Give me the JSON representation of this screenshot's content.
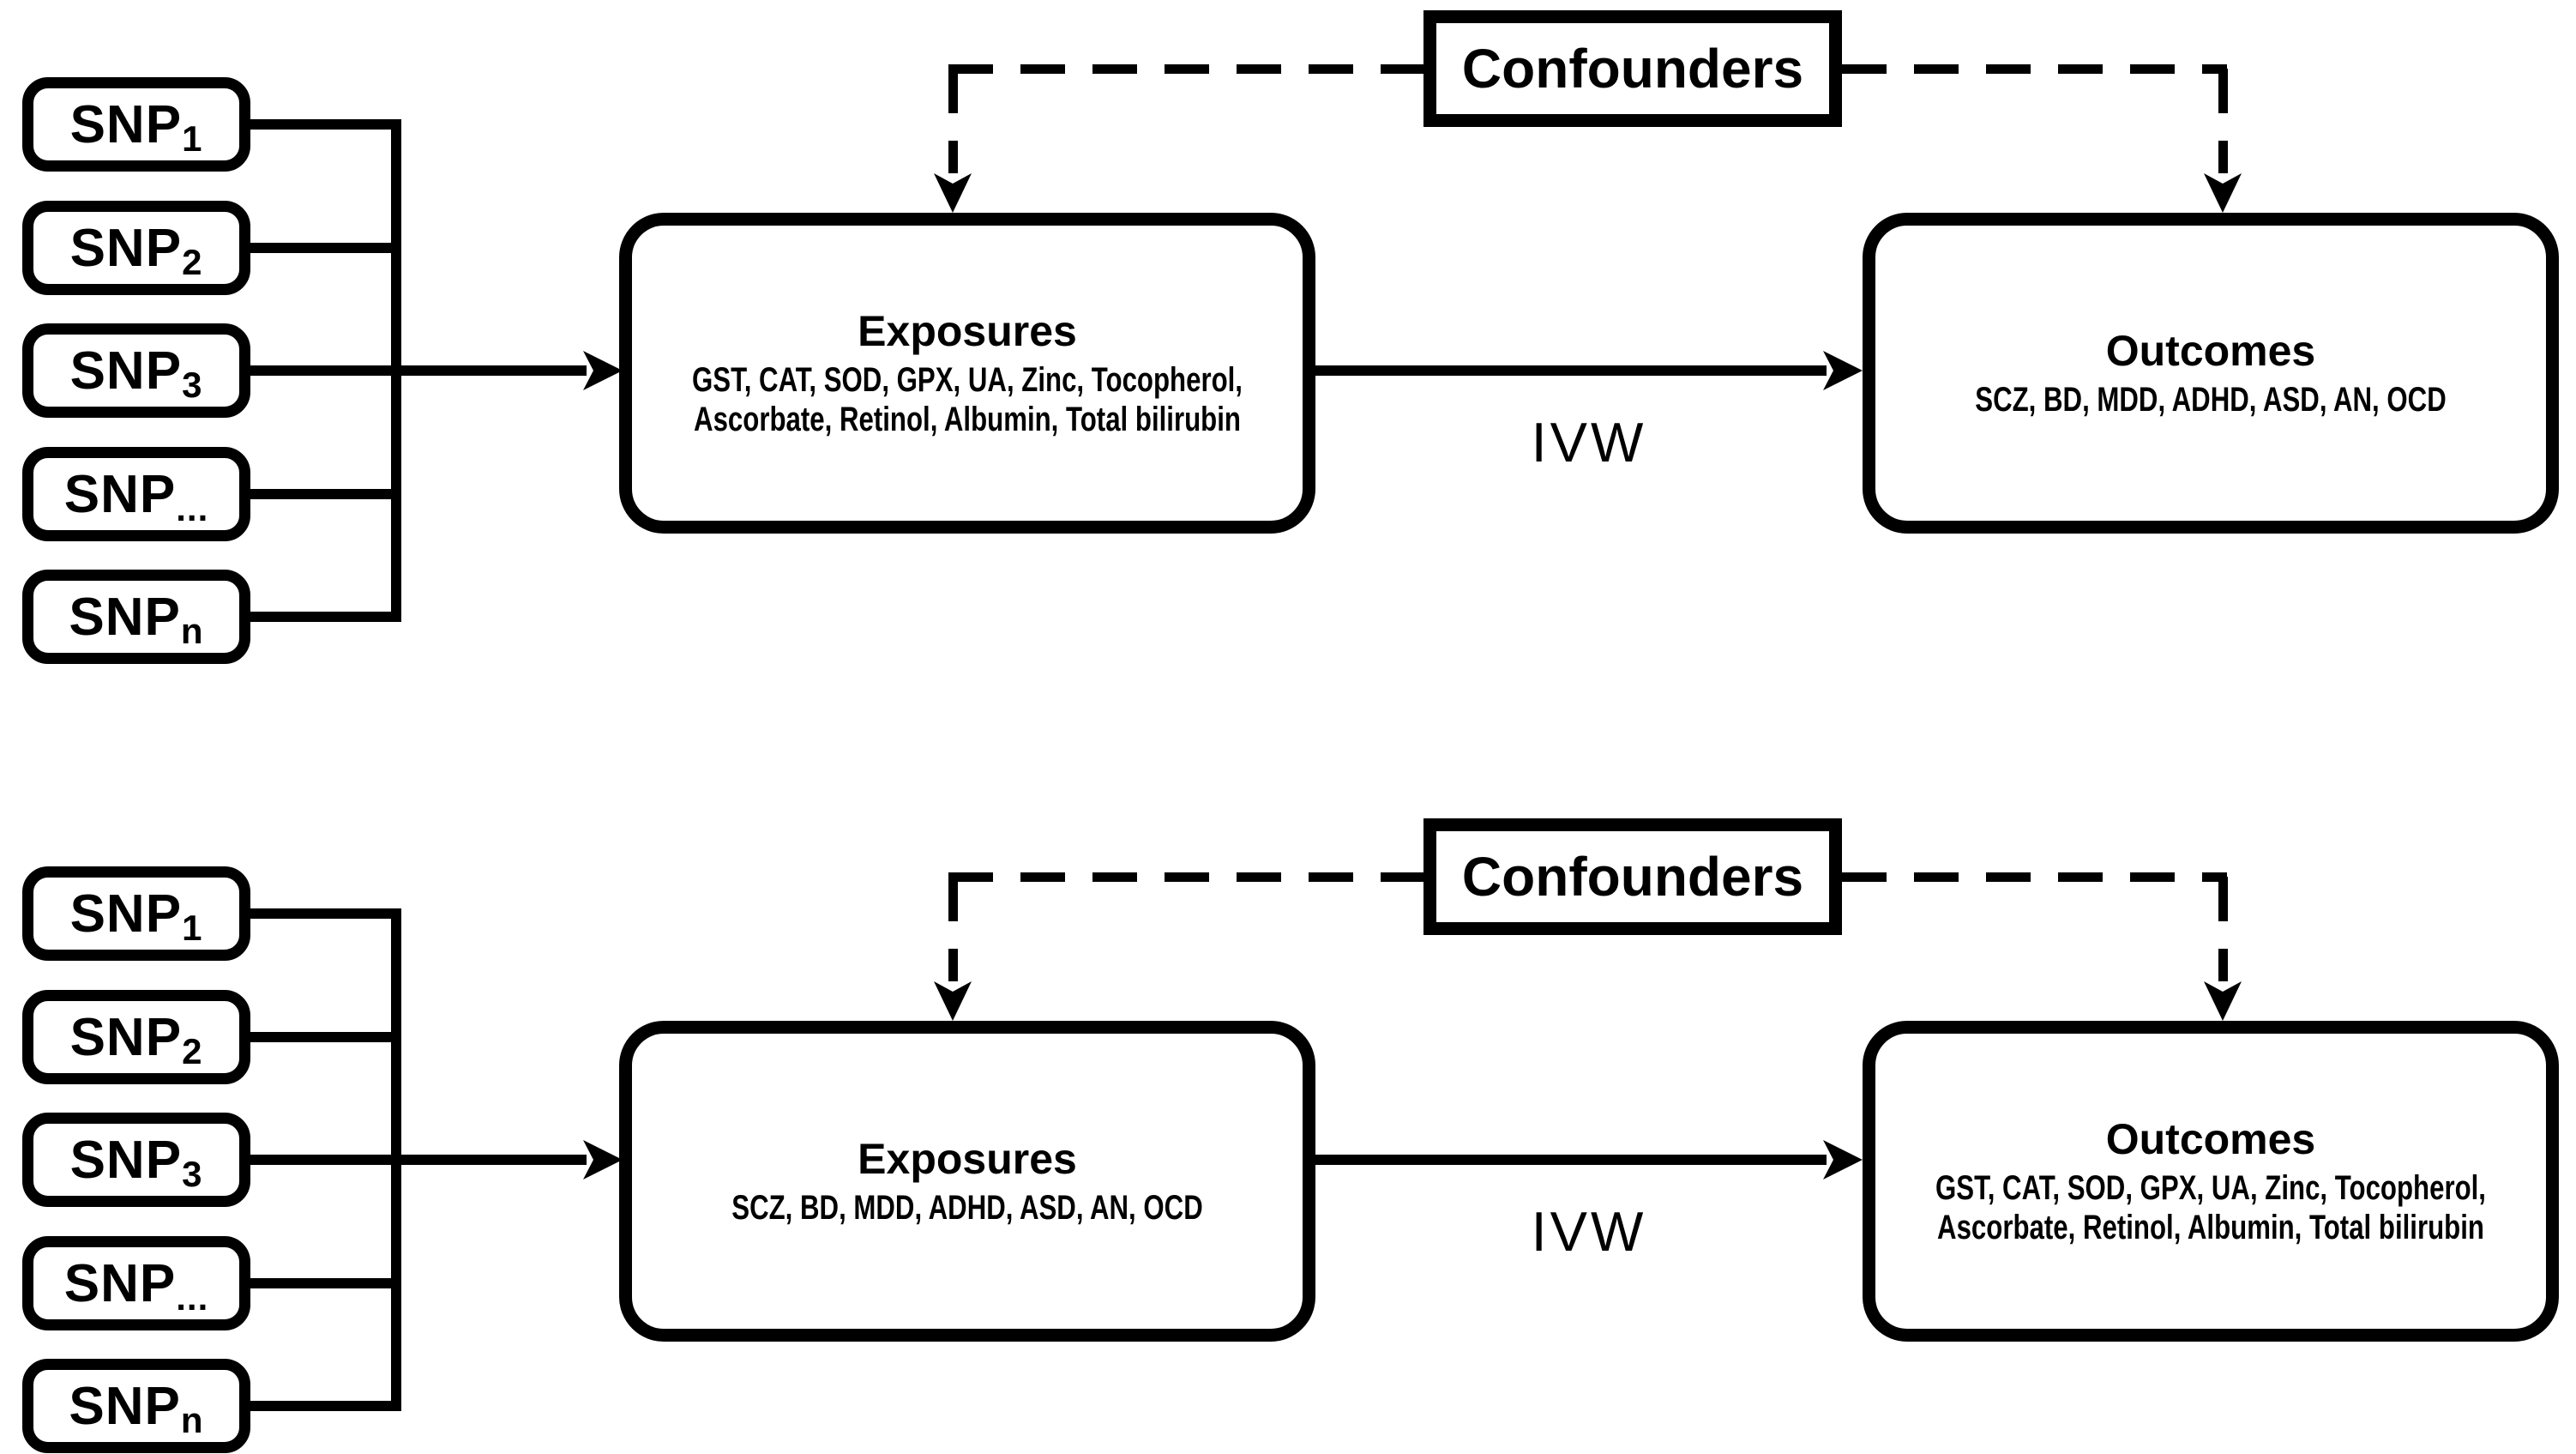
{
  "colors": {
    "ink": "#000000",
    "background": "#ffffff"
  },
  "snp_boxes": [
    {
      "base": "SNP",
      "sub": "1"
    },
    {
      "base": "SNP",
      "sub": "2"
    },
    {
      "base": "SNP",
      "sub": "3"
    },
    {
      "base": "SNP",
      "sub": "..."
    },
    {
      "base": "SNP",
      "sub": "n"
    }
  ],
  "panels": [
    {
      "confounders_label": "Confounders",
      "exposures": {
        "title": "Exposures",
        "items": "GST, CAT, SOD, GPX, UA, Zinc, Tocopherol, Ascorbate, Retinol, Albumin, Total bilirubin"
      },
      "outcomes": {
        "title": "Outcomes",
        "items": "SCZ, BD, MDD, ADHD, ASD, AN, OCD"
      },
      "method_label": "IVW"
    },
    {
      "confounders_label": "Confounders",
      "exposures": {
        "title": "Exposures",
        "items": "SCZ, BD, MDD, ADHD, ASD, AN, OCD"
      },
      "outcomes": {
        "title": "Outcomes",
        "items": "GST, CAT, SOD, GPX, UA, Zinc, Tocopherol, Ascorbate, Retinol, Albumin, Total bilirubin"
      },
      "method_label": "IVW"
    }
  ]
}
